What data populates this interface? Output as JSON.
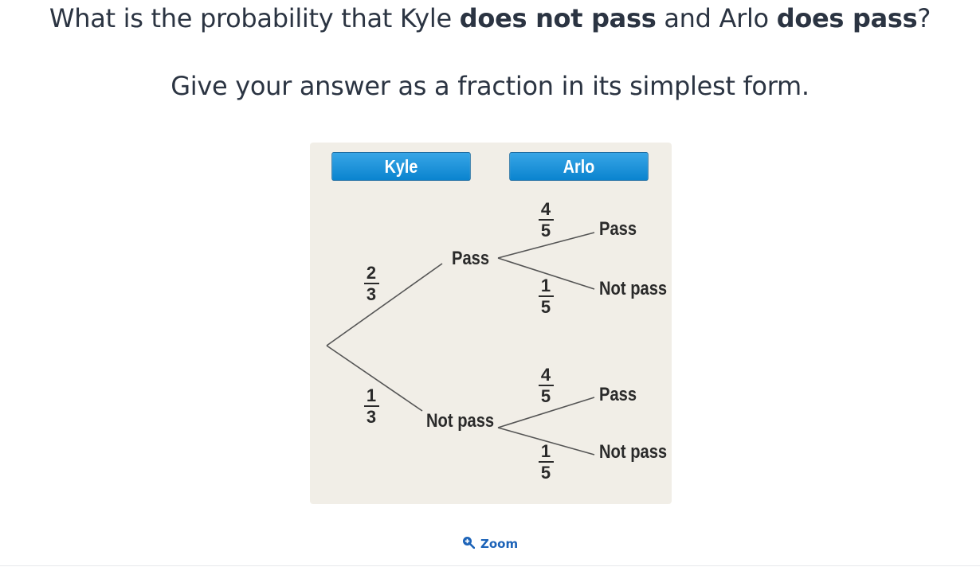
{
  "question": {
    "part1": "What is the probability that Kyle ",
    "bold1": "does not pass",
    "part2": " and Arlo ",
    "bold2": "does pass",
    "part3": "?"
  },
  "instruction": "Give your answer as a fraction in its simplest form.",
  "diagram": {
    "headers": {
      "first": "Kyle",
      "second": "Arlo"
    },
    "first_stage": {
      "pass_label": "Pass",
      "not_pass_label": "Not pass",
      "pass_prob": {
        "num": "2",
        "den": "3"
      },
      "not_pass_prob": {
        "num": "1",
        "den": "3"
      }
    },
    "second_stage_after_pass": {
      "pass_label": "Pass",
      "not_pass_label": "Not pass",
      "pass_prob": {
        "num": "4",
        "den": "5"
      },
      "not_pass_prob": {
        "num": "1",
        "den": "5"
      }
    },
    "second_stage_after_not_pass": {
      "pass_label": "Pass",
      "not_pass_label": "Not pass",
      "pass_prob": {
        "num": "4",
        "den": "5"
      },
      "not_pass_prob": {
        "num": "1",
        "den": "5"
      }
    },
    "line_color": "#555555",
    "header_color": "#0a84cf",
    "panel_color": "#f1eee7"
  },
  "zoom": {
    "label": "Zoom",
    "icon": "zoom-in-icon",
    "color": "#1c63b8"
  }
}
